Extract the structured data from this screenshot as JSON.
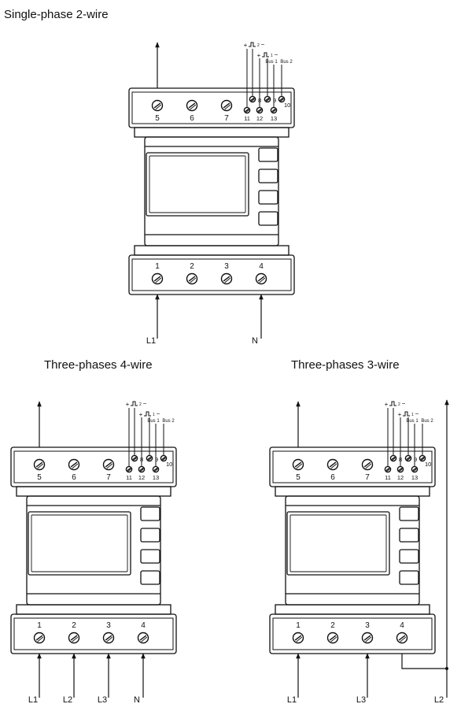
{
  "titles": {
    "single": "Single-phase 2-wire",
    "four_wire": "Three-phases 4-wire",
    "three_wire": "Three-phases 3-wire"
  },
  "top_terminals": [
    "5",
    "6",
    "7"
  ],
  "bottom_terminals": [
    "1",
    "2",
    "3",
    "4"
  ],
  "pulse_terminals": {
    "upper": [
      "8",
      "9",
      "10"
    ],
    "lower": [
      "11",
      "12",
      "13"
    ]
  },
  "pulse_labels": {
    "pulse_2": "+⎍₂−",
    "pulse_1": "+⎍₁−",
    "bus_1": "Bus 1",
    "bus_2": "Bus 2"
  },
  "wires": {
    "single": [
      "L1",
      "N"
    ],
    "four_wire": [
      "L1",
      "L2",
      "L3",
      "N"
    ],
    "three_wire": [
      "L1",
      "L3",
      "L2"
    ]
  }
}
